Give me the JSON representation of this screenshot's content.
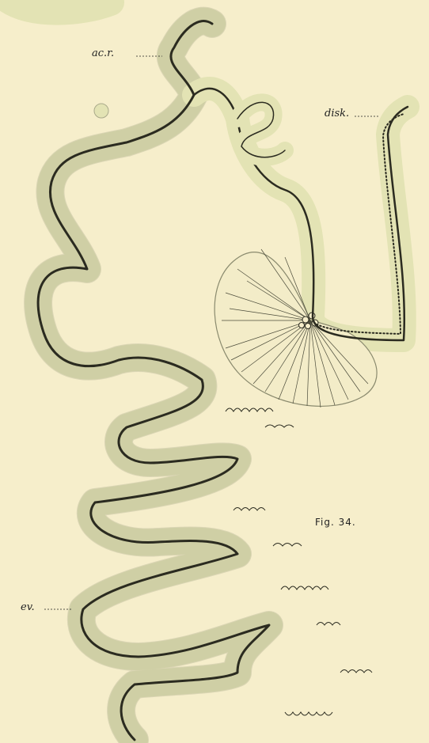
{
  "figure": {
    "caption": "Fig. 34.",
    "labels": {
      "acr": "ac.r.",
      "disk": "disk.",
      "ev": "ev."
    }
  },
  "colors": {
    "background": "#f6eecb",
    "tissue_fill": "#e3e3b4",
    "tissue_outline": "#a9a98a",
    "core": "#2b2b20",
    "ink": "#222222"
  }
}
